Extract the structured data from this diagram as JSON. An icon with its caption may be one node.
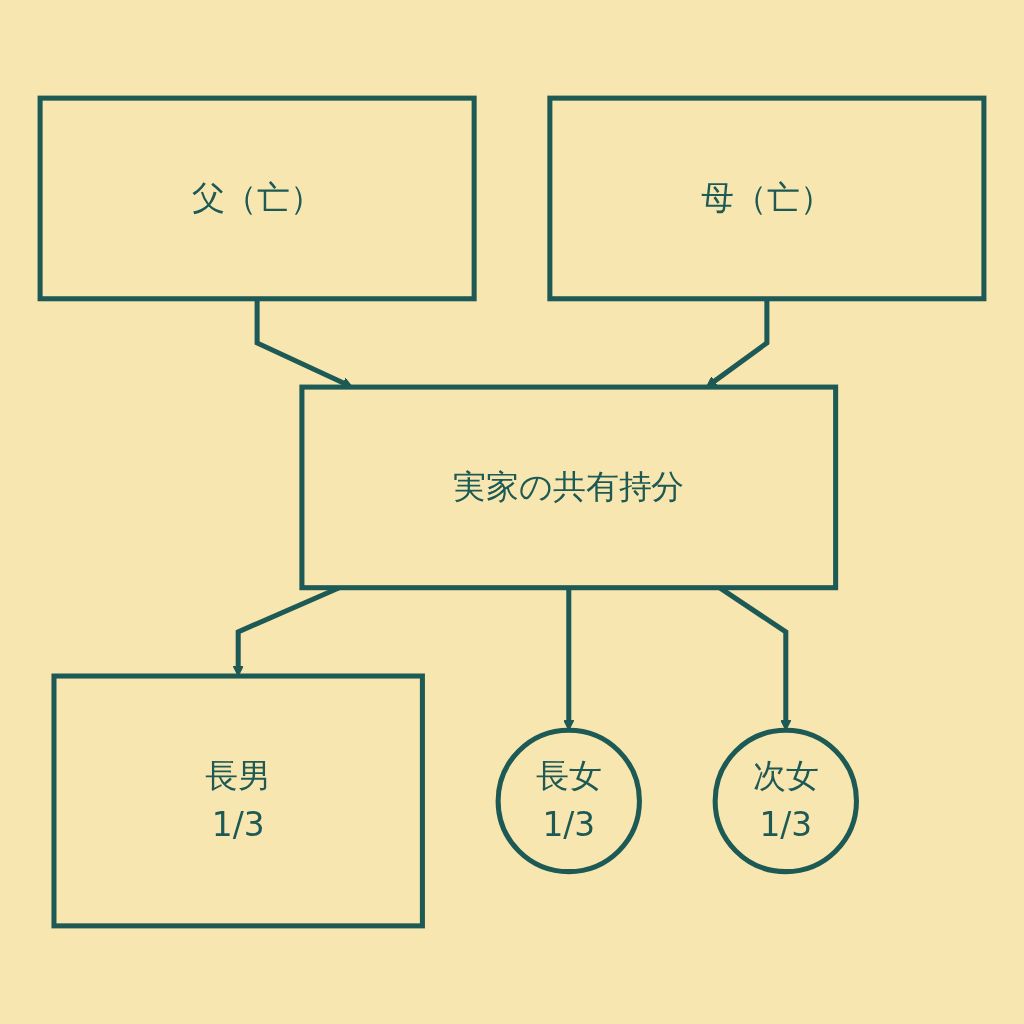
{
  "diagram": {
    "nodes": [
      {
        "text": [
          "父（亡）"
        ]
      },
      {
        "text": [
          "母（亡）"
        ]
      },
      {
        "text": [
          "実家の共有持分"
        ]
      },
      {
        "text": [
          "長男",
          "1/3"
        ]
      },
      {
        "text": [
          "長女",
          "1/3"
        ]
      },
      {
        "text": [
          "次女",
          "1/3"
        ]
      }
    ],
    "edges": [
      {
        "from": 0,
        "to": 2,
        "arrow": "to"
      },
      {
        "from": 1,
        "to": 2,
        "arrow": "to"
      },
      {
        "from": 2,
        "to": 3,
        "arrow": "to"
      },
      {
        "from": 2,
        "to": 4,
        "arrow": "to"
      },
      {
        "from": 2,
        "to": 5,
        "arrow": "to"
      }
    ]
  }
}
